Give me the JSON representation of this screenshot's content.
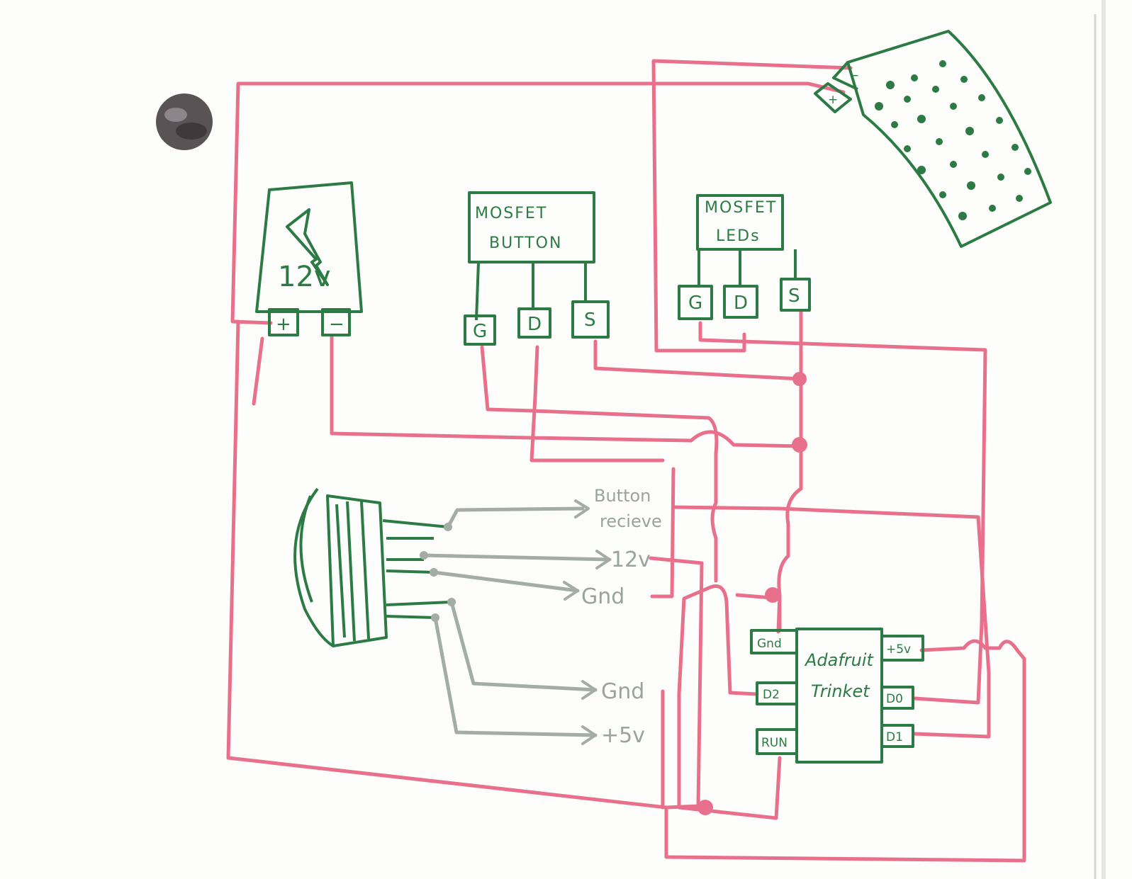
{
  "colors": {
    "red_wire": "#e8708c",
    "green_ink": "#2c7a44",
    "gray_wire": "#a4aca6",
    "board": "#fdfdfb"
  },
  "power_supply": {
    "voltage": "12v",
    "plus": "+",
    "minus": "−",
    "icon": "lightning-bolt-icon"
  },
  "mosfet_button": {
    "line1": "MOSFET",
    "line2": "BUTTON",
    "pins": [
      "G",
      "D",
      "S"
    ]
  },
  "mosfet_leds": {
    "line1": "MOSFET",
    "line2": "LEDs",
    "pins": [
      "G",
      "D",
      "S"
    ]
  },
  "button_connections": [
    "Button recieve",
    "12v",
    "Gnd",
    "Gnd",
    "+5v"
  ],
  "trinket": {
    "name1": "Adafruit",
    "name2": "Trinket",
    "left_pins": [
      "Gnd",
      "D2",
      "RUN"
    ],
    "right_pins": [
      "+5v",
      "D0",
      "D1"
    ]
  },
  "led_strip": {
    "minus": "−",
    "plus": "+"
  }
}
